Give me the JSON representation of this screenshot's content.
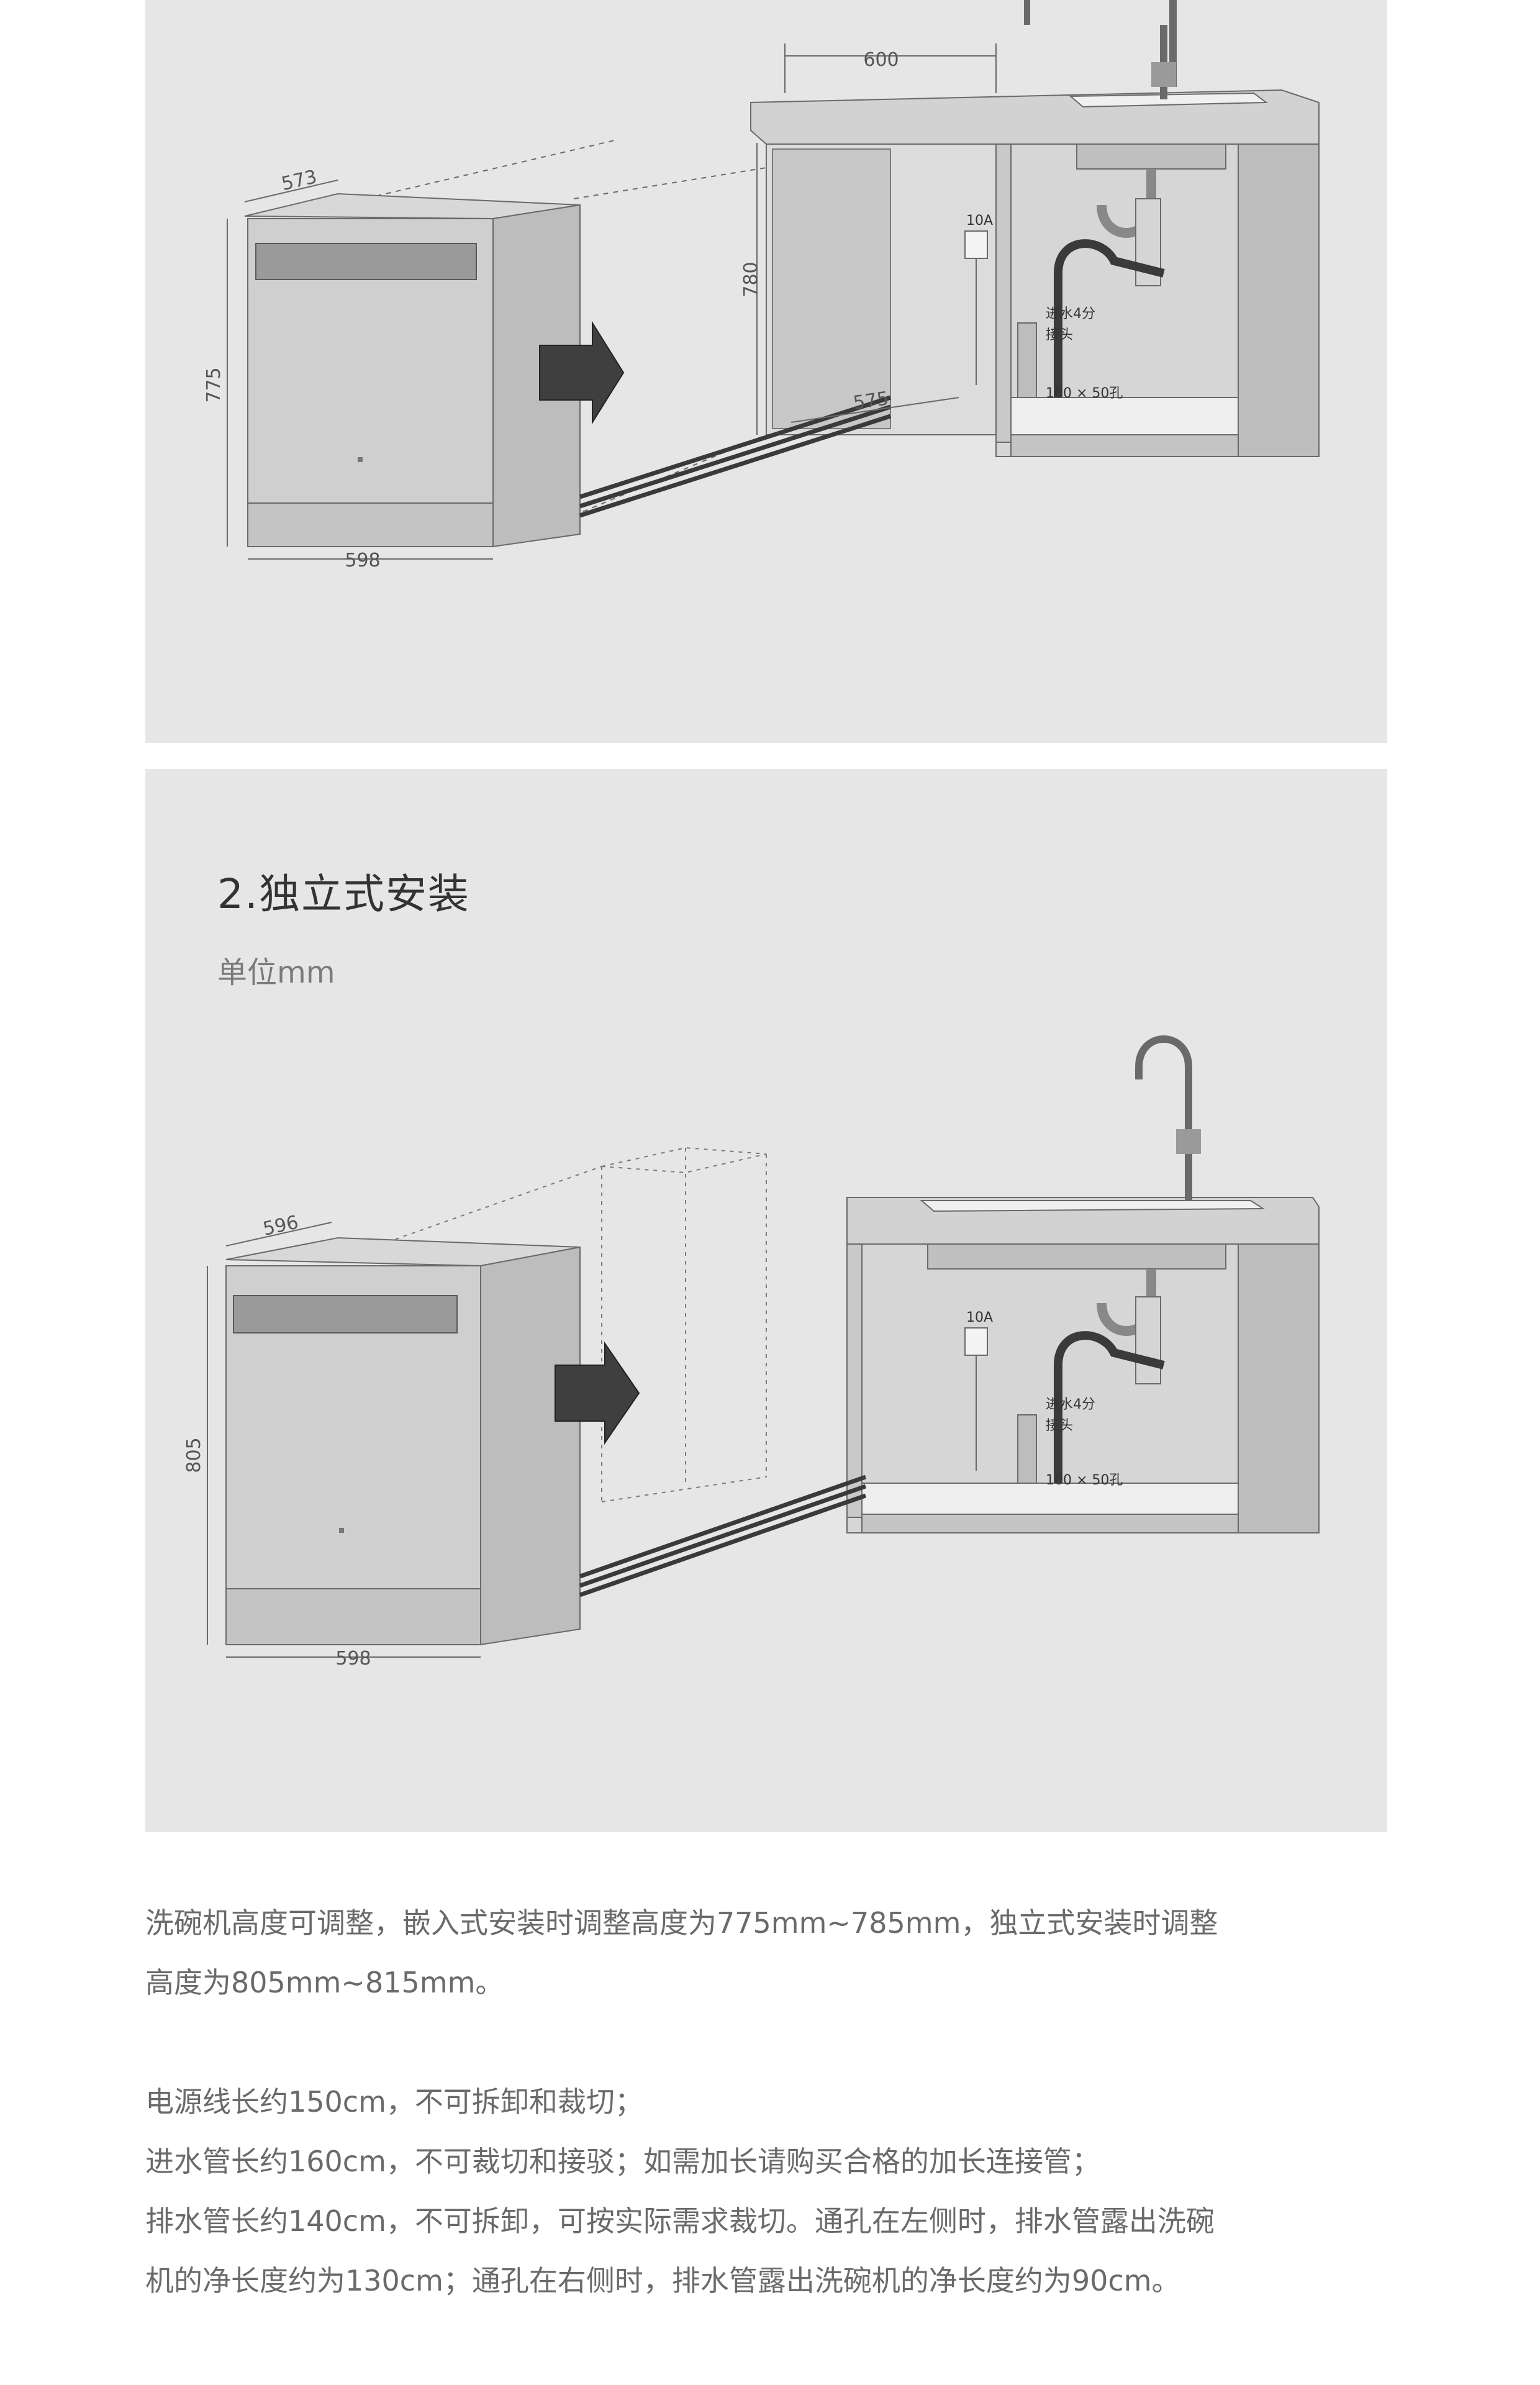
{
  "diagram_embedded": {
    "dimensions": {
      "cabinet_width": "600",
      "cabinet_height": "780",
      "cabinet_depth": "575",
      "machine_depth": "573",
      "machine_height": "775",
      "machine_width": "598"
    },
    "socket_label": "10A",
    "inlet_label_line1": "进水4分",
    "inlet_label_line2": "接头",
    "hole_label": "100 × 50孔"
  },
  "diagram_freestanding": {
    "title": "2.独立式安装",
    "unit": "单位mm",
    "dimensions": {
      "machine_depth": "596",
      "machine_height": "805",
      "machine_width": "598"
    },
    "socket_label": "10A",
    "inlet_label_line1": "进水4分",
    "inlet_label_line2": "接头",
    "hole_label": "100 × 50孔"
  },
  "notes": {
    "height_line1": "洗碗机高度可调整，嵌入式安装时调整高度为775mm~785mm，独立式安装时调整",
    "height_line2": "高度为805mm~815mm。",
    "power_cord": "电源线长约150cm，不可拆卸和裁切；",
    "inlet_hose": "进水管长约160cm，不可裁切和接驳；如需加长请购买合格的加长连接管；",
    "drain_line1": "排水管长约140cm，不可拆卸，可按实际需求裁切。通孔在左侧时，排水管露出洗碗",
    "drain_line2": "机的净长度约为130cm；通孔在右侧时，排水管露出洗碗机的净长度约为90cm。"
  }
}
